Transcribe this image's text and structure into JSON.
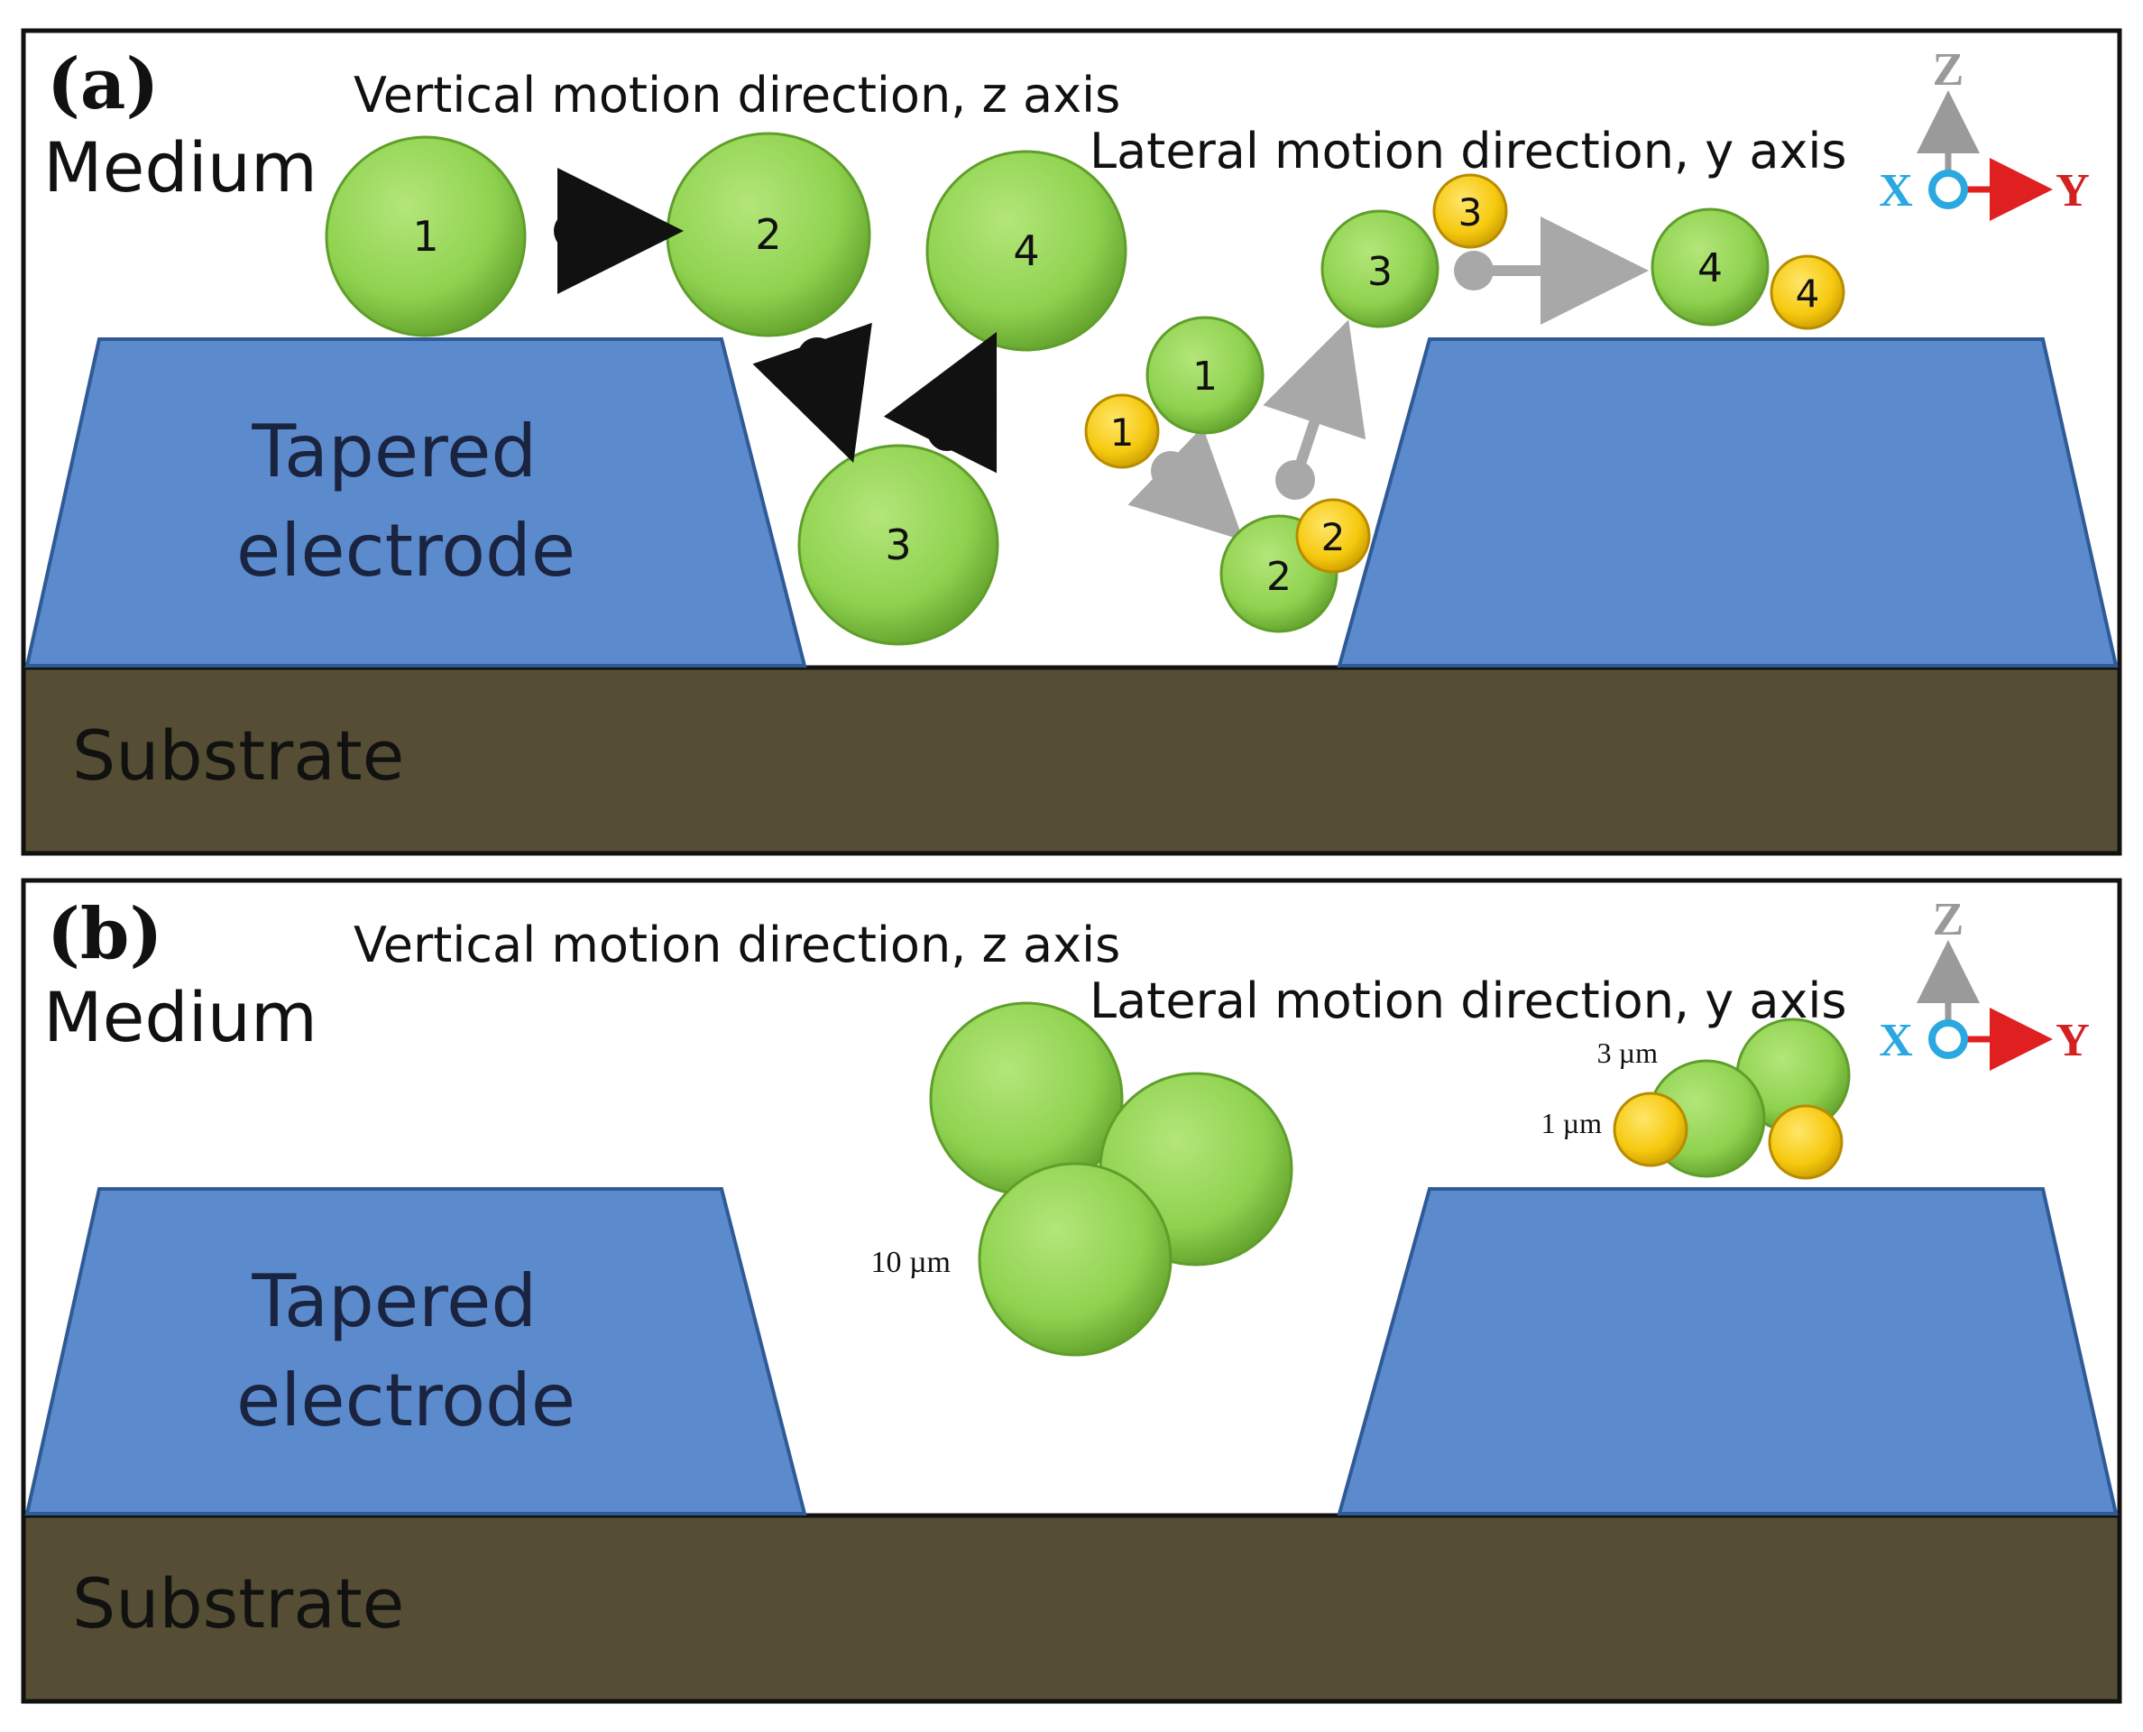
{
  "panels": [
    {
      "letter": "(a)",
      "medium": "Medium",
      "vertical_caption": "Vertical motion direction, z axis",
      "lateral_caption": "Lateral motion direction, y axis",
      "electrode": [
        "Tapered",
        "electrode"
      ],
      "substrate": "Substrate",
      "axes": {
        "z": "Z",
        "x": "X",
        "y": "Y"
      },
      "large_steps": [
        "1",
        "2",
        "3",
        "4"
      ],
      "small_green_steps": [
        "1",
        "2",
        "3",
        "4"
      ],
      "yellow_steps": [
        "1",
        "2",
        "3",
        "4"
      ]
    },
    {
      "letter": "(b)",
      "medium": "Medium",
      "vertical_caption": "Vertical motion direction, z axis",
      "lateral_caption": "Lateral motion direction, y axis",
      "electrode": [
        "Tapered",
        "electrode"
      ],
      "substrate": "Substrate",
      "axes": {
        "z": "Z",
        "x": "X",
        "y": "Y"
      },
      "size_labels": {
        "large": "10 µm",
        "medium": "3 µm",
        "small": "1 µm"
      }
    }
  ],
  "colors": {
    "electrode": "#5b8bcc",
    "substrate": "#554e34",
    "green_particle": "#8fd24f",
    "yellow_particle": "#f6c90f",
    "arrow_black": "#111111",
    "arrow_grey": "#a8a8a8",
    "axis_y": "#e02020",
    "axis_x": "#2aa8e0",
    "axis_z": "#9a9a9a"
  }
}
